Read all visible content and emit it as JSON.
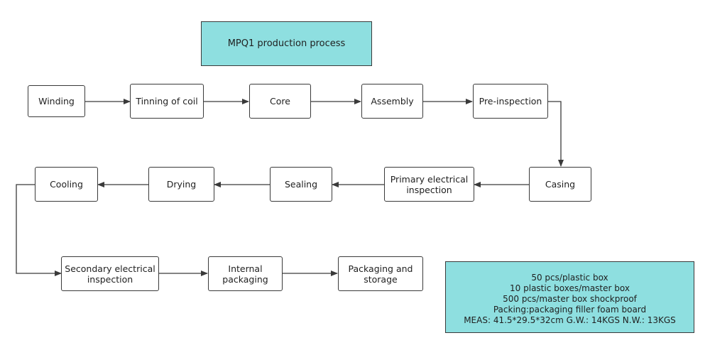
{
  "title": "MPQ1 production process",
  "steps": {
    "winding": "Winding",
    "tinning": "Tinning of coil",
    "core": "Core",
    "assembly": "Assembly",
    "pre_inspection": "Pre-inspection",
    "casing": "Casing",
    "primary_inspection": "Primary electrical\ninspection",
    "sealing": "Sealing",
    "drying": "Drying",
    "cooling": "Cooling",
    "secondary_inspection": "Secondary electrical\ninspection",
    "internal_packaging": "Internal\npackaging",
    "packaging_storage": "Packaging and\nstorage"
  },
  "packing_info": [
    "50 pcs/plastic box",
    "10 plastic boxes/master box",
    "500 pcs/master box shockproof",
    "Packing:packaging filler foam board",
    "MEAS: 41.5*29.5*32cm G.W.: 14KGS N.W.: 13KGS"
  ],
  "colors": {
    "highlight_fill": "#8edfe0",
    "stroke": "#3a3a3a"
  }
}
